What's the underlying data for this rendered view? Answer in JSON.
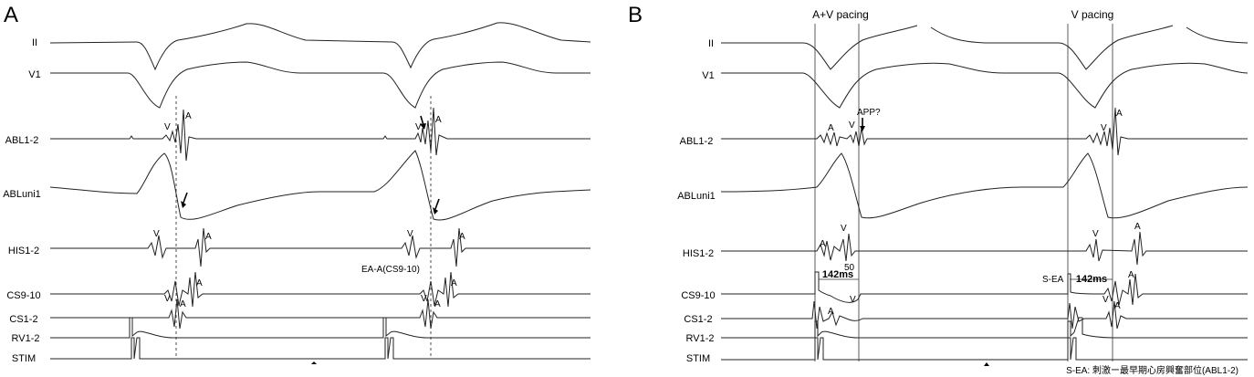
{
  "panel_a": {
    "letter": "A",
    "leads": [
      "II",
      "V1",
      "ABL1-2",
      "ABLuni1",
      "HIS1-2",
      "CS9-10",
      "CS1-2",
      "RV1-2",
      "STIM"
    ],
    "marks": {
      "v": "V",
      "a": "A"
    },
    "ea_label": "EA-A(CS9-10)"
  },
  "panel_b": {
    "letter": "B",
    "leads": [
      "II",
      "V1",
      "ABL1-2",
      "ABLuni1",
      "HIS1-2",
      "CS9-10",
      "CS1-2",
      "RV1-2",
      "STIM"
    ],
    "header_left": "A+V pacing",
    "header_right": "V pacing",
    "app_label": "APP?",
    "num_50": "50",
    "interval_left": "142ms",
    "interval_right": "142ms",
    "sea_label": "S-EA",
    "footnote": "S-EA: 刺激ー最早期心房興奮部位(ABL1-2)"
  }
}
